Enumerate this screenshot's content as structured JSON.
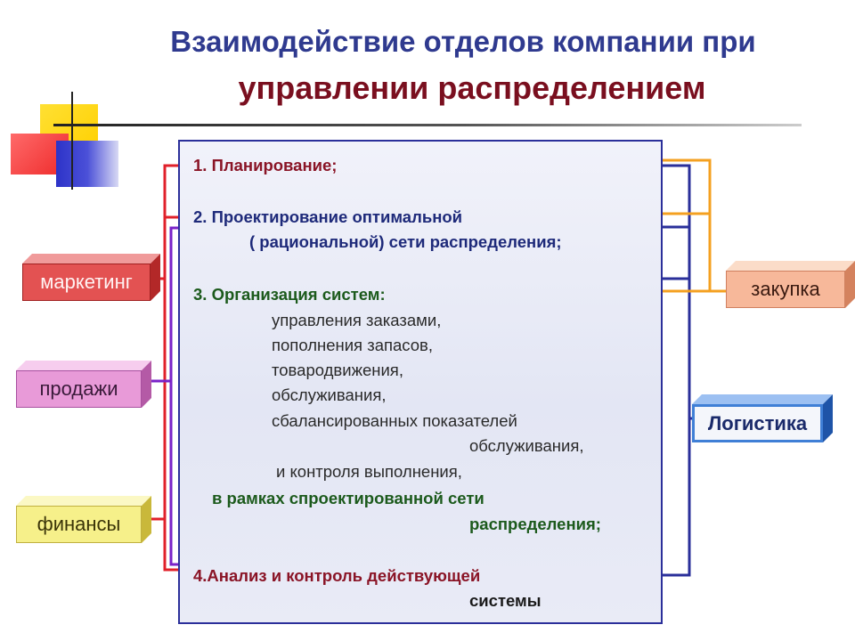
{
  "title": {
    "line1": "Взаимодействие отделов компании при",
    "line2": "управлении распределением"
  },
  "center_text": [
    "1. Планирование;",
    "2. Проектирование оптимальной",
    "( рациональной) сети распределения;",
    "3. Организация  систем:",
    "управления заказами,",
    "пополнения запасов,",
    "товародвижения,",
    "обслуживания,",
    "сбалансированных показателей",
    "обслуживания,",
    "и контроля выполнения,",
    "в рамках спроектированной сети",
    "распределения;",
    "4.Анализ и контроль действующей",
    "системы"
  ],
  "departments": {
    "marketing": "маркетинг",
    "sales": "продажи",
    "finance": "финансы",
    "purchasing": "закупка",
    "logistics": "Логистика"
  },
  "colors": {
    "title_blue": "#2f3a8f",
    "title_red": "#7a0f1f",
    "box_border": "#2b2f9a",
    "connector_red": "#e0202a",
    "connector_purple": "#7a22c8",
    "connector_navy": "#2a2f9a",
    "connector_orange": "#f4a020",
    "marketing": "#e35252",
    "sales": "#e89ad8",
    "finance": "#f6f08a",
    "purchasing": "#f7b89a",
    "logistics": "#3f7fd6"
  }
}
